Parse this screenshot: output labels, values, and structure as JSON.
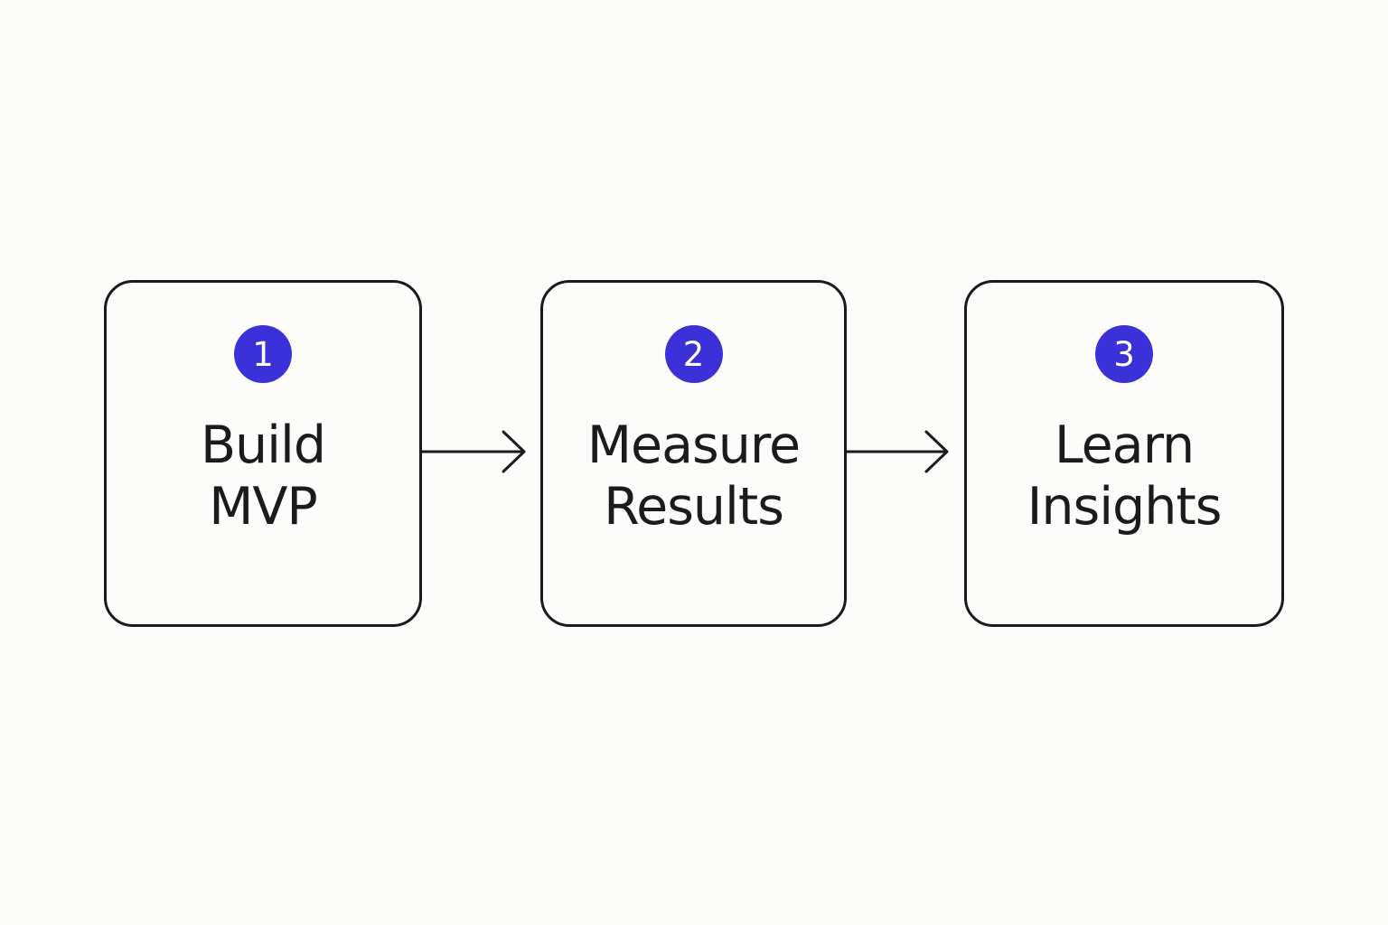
{
  "colors": {
    "badge": "#3b31d8",
    "stroke": "#1a1a1a",
    "text": "#1b1b1b",
    "background": "#fcfcfb"
  },
  "steps": [
    {
      "number": "1",
      "label_line1": "Build",
      "label_line2": "MVP"
    },
    {
      "number": "2",
      "label_line1": "Measure",
      "label_line2": "Results"
    },
    {
      "number": "3",
      "label_line1": "Learn",
      "label_line2": "Insights"
    }
  ],
  "connectors": [
    {
      "from": "1",
      "to": "2",
      "icon": "arrow-right-icon"
    },
    {
      "from": "2",
      "to": "3",
      "icon": "arrow-right-icon"
    }
  ]
}
